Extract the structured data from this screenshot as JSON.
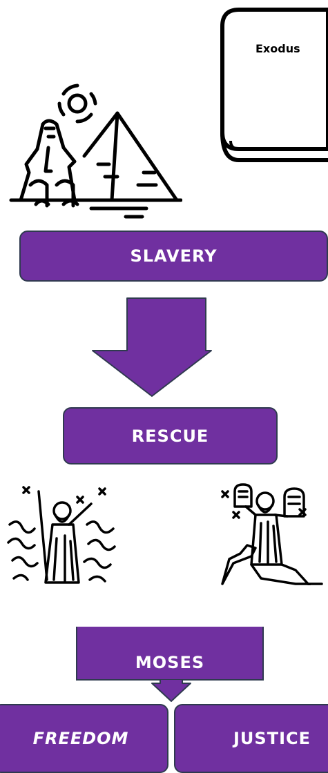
{
  "book": {
    "title": "Exodus"
  },
  "boxes": {
    "slavery": "SLAVERY",
    "rescue": "RESCUE",
    "moses": "MOSES",
    "freedom": "FREEDOM",
    "justice": "JUSTICE"
  },
  "colors": {
    "box_fill": "#7030a0",
    "box_border": "#2f3a4f",
    "line": "#000000"
  },
  "icons": {
    "egypt": "sphinx-pyramid-icon",
    "book": "book-icon",
    "left_moses": "moses-parting-sea-icon",
    "right_moses": "moses-tablets-icon",
    "arrow_big": "arrow-down-icon",
    "arrow_small": "arrow-down-icon"
  }
}
